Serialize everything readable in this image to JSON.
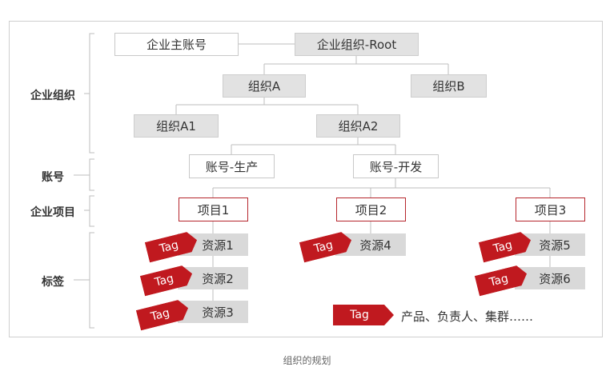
{
  "categories": {
    "org": "企业组织",
    "account": "账号",
    "project": "企业项目",
    "tag": "标签"
  },
  "nodes": {
    "main_account": "企业主账号",
    "root": "企业组织-Root",
    "org_a": "组织A",
    "org_b": "组织B",
    "org_a1": "组织A1",
    "org_a2": "组织A2",
    "acct_prod": "账号-生产",
    "acct_dev": "账号-开发",
    "proj1": "项目1",
    "proj2": "项目2",
    "proj3": "项目3",
    "res1": "资源1",
    "res2": "资源2",
    "res3": "资源3",
    "res4": "资源4",
    "res5": "资源5",
    "res6": "资源6"
  },
  "tag_label": "Tag",
  "legend": {
    "tag": "Tag",
    "text": "产品、负责人、集群……"
  },
  "caption": "组织的规划",
  "colors": {
    "tag_red": "#c0191f",
    "project_border": "#b6262d",
    "node_gray": "#e2e2e2",
    "resource_gray": "#d9d9d9"
  }
}
